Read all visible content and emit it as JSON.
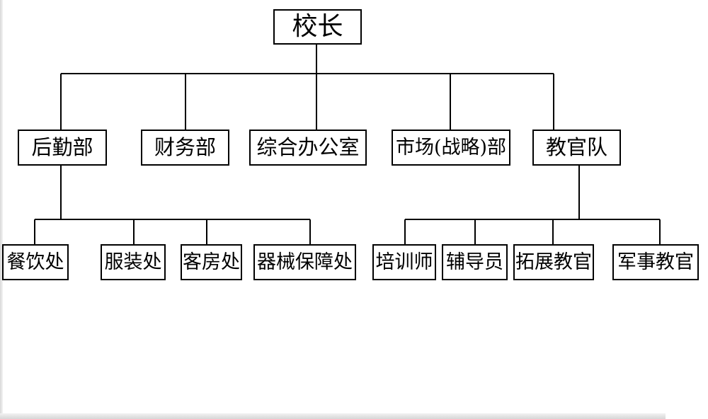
{
  "root": {
    "label": "校长"
  },
  "departments": [
    {
      "label": "后勤部"
    },
    {
      "label": "财务部"
    },
    {
      "label": "综合办公室"
    },
    {
      "label": "市场(战略)部"
    },
    {
      "label": "教官队"
    }
  ],
  "logistics_units": [
    {
      "label": "餐饮处"
    },
    {
      "label": "服装处"
    },
    {
      "label": "客房处"
    },
    {
      "label": "器械保障处"
    }
  ],
  "instructor_units": [
    {
      "label": "培训师"
    },
    {
      "label": "辅导员"
    },
    {
      "label": "拓展教官"
    },
    {
      "label": "军事教官"
    }
  ]
}
